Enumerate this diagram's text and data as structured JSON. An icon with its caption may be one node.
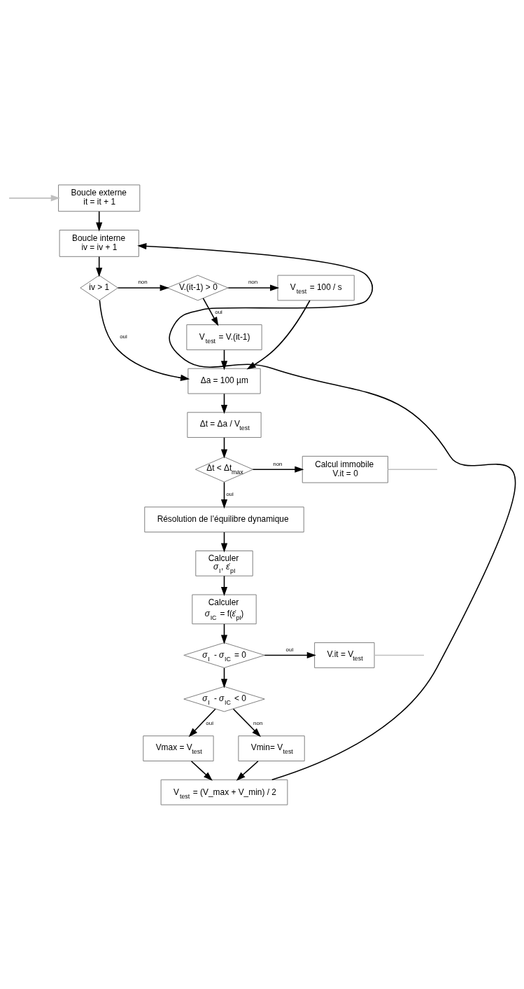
{
  "diagram": {
    "nodes": [
      {
        "text": [
          "Boucle externe",
          "it = it + 1"
        ]
      },
      {
        "text": [
          "Boucle interne",
          "iv = iv + 1"
        ]
      },
      {
        "text": [
          "iv > 1"
        ]
      },
      {
        "text": [
          "V.(it-1) > 0"
        ]
      },
      {
        "text": [
          "V$_{test}$ = 100 / s"
        ]
      },
      {
        "text": [
          "V$_{test}$ = V.(it-1)"
        ]
      },
      {
        "text": [
          "Δa = 100 µm"
        ]
      },
      {
        "text": [
          "Δt = Δa / V$_{test}$"
        ]
      },
      {
        "text": [
          "Δt < Δt$_{max}$"
        ]
      },
      {
        "text": [
          "Calcul immobile",
          "V.it = 0"
        ]
      },
      {
        "text": [
          "Résolution de l’équilibre dynamique"
        ]
      },
      {
        "text": [
          "Calculer",
          "*σ*$_{I}$, *ε̇*$_{pI}$"
        ]
      },
      {
        "text": [
          "Calculer",
          "*σ*$_{IC}$ = f(*ε̇*$_{pI}$)"
        ]
      },
      {
        "text": [
          "*σ*$_{I}$ - *σ*$_{IC}$ = 0"
        ]
      },
      {
        "text": [
          "V.it = V$_{test}$"
        ]
      },
      {
        "text": [
          "*σ*$_{I}$ - *σ*$_{IC}$ < 0"
        ]
      },
      {
        "text": [
          "Vmax = V$_{test}$"
        ]
      },
      {
        "text": [
          "Vmin= V$_{test}$"
        ]
      },
      {
        "text": [
          "V$_{test}$ = (V_max + V_min) / 2"
        ]
      }
    ],
    "edges": [
      {
        "from": null,
        "to": 0,
        "arrow": "to",
        "color": "#bfbfbf"
      },
      {
        "from": 0,
        "to": 1,
        "arrow": "to"
      },
      {
        "from": 1,
        "to": 2,
        "arrow": "to"
      },
      {
        "from": 2,
        "to": 3,
        "arrow": "to",
        "label": "non"
      },
      {
        "from": 3,
        "to": 4,
        "arrow": "to",
        "label": "non"
      },
      {
        "from": 3,
        "to": 5,
        "arrow": "to",
        "label": "oui"
      },
      {
        "from": 2,
        "to": 6,
        "arrow": "to",
        "label": "oui"
      },
      {
        "from": 5,
        "to": 6,
        "arrow": "to"
      },
      {
        "from": 4,
        "to": 6,
        "arrow": "to"
      },
      {
        "from": 6,
        "to": 7,
        "arrow": "to"
      },
      {
        "from": 7,
        "to": 8,
        "arrow": "to"
      },
      {
        "from": 8,
        "to": 9,
        "arrow": "to",
        "label": "non"
      },
      {
        "from": 9,
        "to": null,
        "arrow": "none",
        "color": "#bfbfbf"
      },
      {
        "from": 8,
        "to": 10,
        "arrow": "to",
        "label": "oui"
      },
      {
        "from": 10,
        "to": 11,
        "arrow": "to"
      },
      {
        "from": 11,
        "to": 12,
        "arrow": "to"
      },
      {
        "from": 12,
        "to": 13,
        "arrow": "to"
      },
      {
        "from": 13,
        "to": 14,
        "arrow": "to",
        "label": "oui"
      },
      {
        "from": 14,
        "to": null,
        "arrow": "none",
        "color": "#bfbfbf"
      },
      {
        "from": 13,
        "to": 15,
        "arrow": "to"
      },
      {
        "from": 15,
        "to": 16,
        "arrow": "to",
        "label": "oui"
      },
      {
        "from": 15,
        "to": 17,
        "arrow": "to",
        "label": "non"
      },
      {
        "from": 16,
        "to": 18,
        "arrow": "to"
      },
      {
        "from": 17,
        "to": 18,
        "arrow": "to"
      },
      {
        "from": 18,
        "to": 1,
        "arrow": "to"
      }
    ]
  }
}
